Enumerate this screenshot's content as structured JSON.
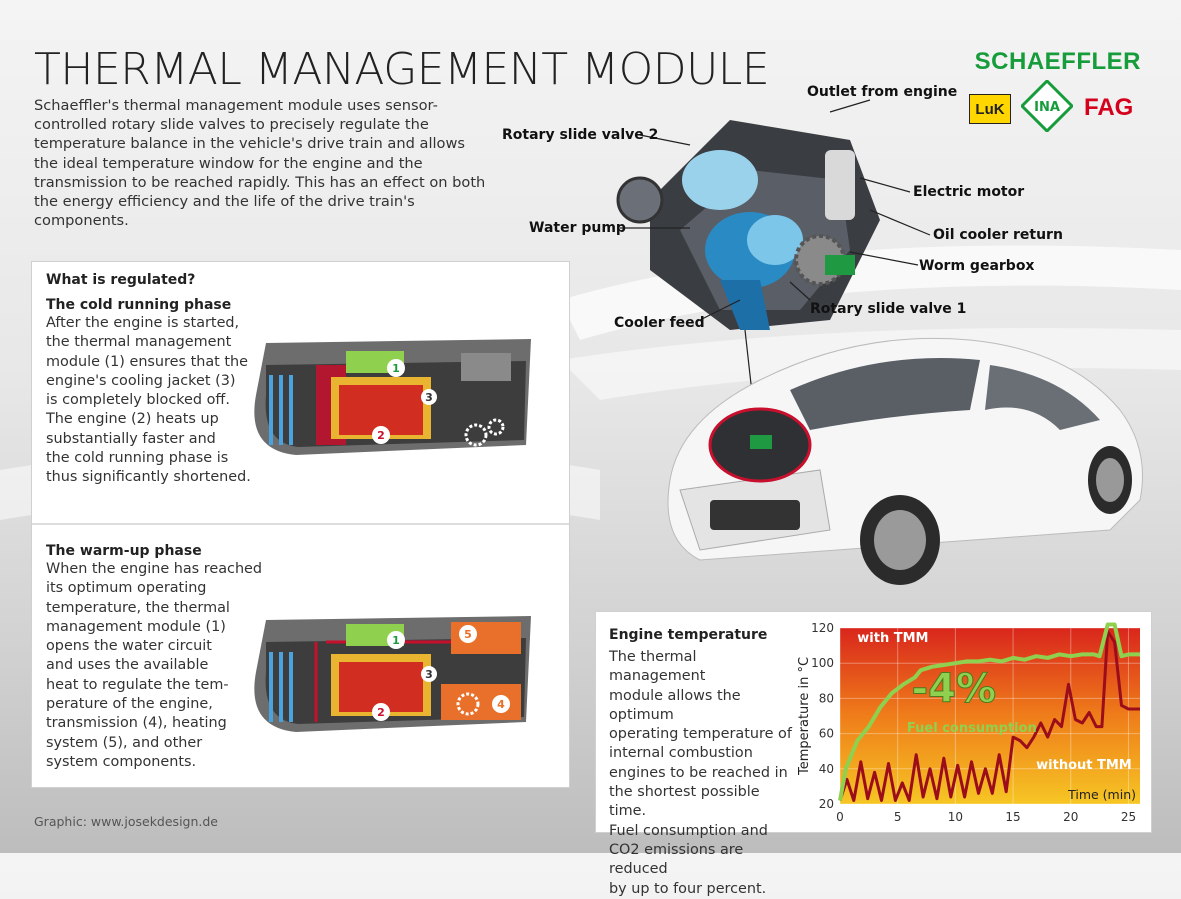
{
  "header": {
    "title": "THERMAL MANAGEMENT MODULE",
    "intro": "Schaeffler's thermal management module uses sensor-controlled rotary slide valves to precisely regulate the temperature balance in the vehicle's drive train and allows the ideal temperature window for the engine and the transmission to be reached rapidly. This has an effect on both the energy efficiency and the life of the drive train's components."
  },
  "brands": {
    "main": "SCHAEFFLER",
    "luk": "LuK",
    "ina": "INA",
    "fag": "FAG"
  },
  "module_labels": {
    "outlet": "Outlet from engine",
    "valve2": "Rotary slide valve 2",
    "motor": "Electric motor",
    "pump": "Water pump",
    "oil_return": "Oil cooler return",
    "worm": "Worm gearbox",
    "valve1": "Rotary slide valve 1",
    "cooler_feed": "Cooler feed"
  },
  "regulated": {
    "heading": "What is regulated?",
    "cold_heading": "The cold running phase",
    "cold_lines": [
      "After the engine is started,",
      "the thermal management",
      "module (1) ensures that the",
      "engine's cooling jacket (3)",
      "is completely blocked off.",
      "The engine (2) heats up",
      "substantially faster and",
      "the cold running phase is",
      "thus significantly shortened."
    ],
    "warm_heading": "The warm-up phase",
    "warm_lines": [
      "When the engine has reached",
      "its optimum operating",
      "temperature, the thermal",
      "management module (1)",
      "opens the water circuit",
      "and uses the available",
      "heat to regulate the tem-",
      "perature of the engine,",
      "transmission (4), heating",
      "system (5), and other",
      "system components."
    ]
  },
  "diagram_numbers": {
    "n1": "1",
    "n2": "2",
    "n3": "3",
    "n4": "4",
    "n5": "5"
  },
  "engine_temp": {
    "heading": "Engine temperature",
    "lines": [
      "The thermal management",
      "module allows the optimum",
      "operating temperature of",
      "internal combustion",
      "engines to be reached in",
      "the shortest possible time.",
      "Fuel consumption and",
      "CO2 emissions are reduced",
      "by up to four percent."
    ]
  },
  "chart_data": {
    "type": "line",
    "ylabel": "Temperature in °C",
    "xlabel": "Time (min)",
    "xlim": [
      0,
      26
    ],
    "ylim": [
      20,
      120
    ],
    "xticks": [
      0,
      5,
      10,
      15,
      20,
      25
    ],
    "yticks": [
      20,
      40,
      60,
      80,
      100,
      120
    ],
    "annotations": {
      "saving": "-4%",
      "saving_label": "Fuel consumption"
    },
    "series": [
      {
        "name": "with TMM",
        "color": "#8fd14f",
        "x": [
          0,
          0.5,
          1.5,
          2.5,
          3.5,
          4.5,
          5.5,
          6.5,
          7,
          8,
          9,
          10,
          11,
          12,
          13,
          14,
          15,
          16,
          17,
          18,
          19,
          20,
          21,
          22,
          22.5,
          23.2,
          23.8,
          24.4,
          25,
          26
        ],
        "y": [
          22,
          40,
          56,
          64,
          75,
          83,
          88,
          92,
          96,
          98,
          99,
          100,
          101,
          101,
          102,
          101,
          103,
          102,
          104,
          103,
          105,
          104,
          105,
          105,
          104,
          122,
          122,
          104,
          105,
          105
        ]
      },
      {
        "name": "without TMM",
        "color": "#9b0d1b",
        "x": [
          0,
          0.6,
          1.2,
          1.8,
          2.4,
          3,
          3.6,
          4.2,
          4.8,
          5.4,
          6,
          6.6,
          7.2,
          7.8,
          8.4,
          9,
          9.6,
          10.2,
          10.8,
          11.4,
          12,
          12.6,
          13.2,
          13.8,
          14.4,
          15,
          15.6,
          16.2,
          16.8,
          17.4,
          18,
          18.6,
          19.2,
          19.8,
          20.4,
          21,
          21.6,
          22.2,
          22.7,
          23.2,
          23.8,
          24.4,
          25,
          26
        ],
        "y": [
          22,
          34,
          22,
          44,
          23,
          38,
          22,
          43,
          22,
          32,
          22,
          48,
          24,
          40,
          23,
          46,
          24,
          42,
          24,
          44,
          26,
          40,
          26,
          48,
          27,
          58,
          56,
          52,
          58,
          66,
          58,
          68,
          64,
          88,
          68,
          66,
          72,
          64,
          64,
          118,
          112,
          76,
          74,
          74
        ]
      }
    ]
  },
  "credit": "Graphic: www.josekdesign.de"
}
